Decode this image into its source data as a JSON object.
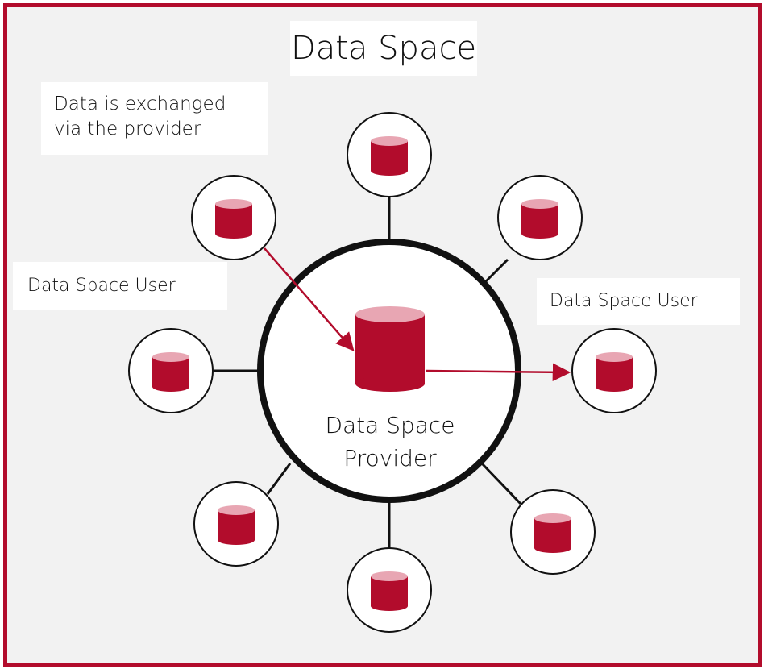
{
  "title": "Data Space",
  "note": [
    "Data is exchanged",
    "via the provider"
  ],
  "user_labels": [
    "Data Space User",
    "Data Space User"
  ],
  "provider_label": [
    "Data Space",
    "Provider"
  ],
  "colors": {
    "accent": "#b20c2c",
    "background": "#f2f2f2",
    "line": "#111111"
  }
}
